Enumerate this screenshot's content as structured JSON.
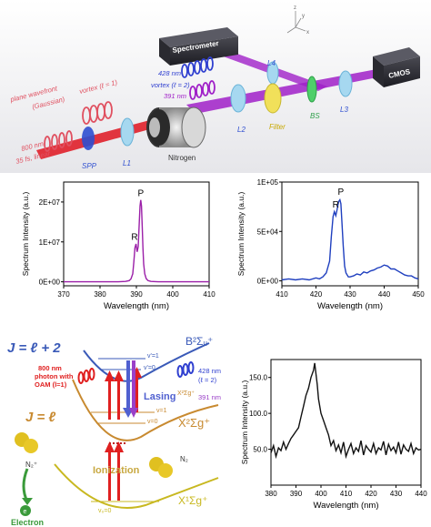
{
  "setup": {
    "axes": {
      "z": "z",
      "y": "y",
      "x": "x"
    },
    "spectrometer": "Spectrometer",
    "cmos": "CMOS",
    "plane_wavefront_1": "plane wavefront",
    "plane_wavefront_2": "(Gaussian)",
    "vortex_l1": "vortex (ℓ = 1)",
    "nm428": "428 nm",
    "vortex_l2": "vortex (ℓ = 2)",
    "nm391": "391 nm",
    "laser_1": "800 nm,",
    "laser_2": "35 fs, linear",
    "spp": "SPP",
    "l1": "L1",
    "nitrogen": "Nitrogen",
    "l2": "L2",
    "l4": "L4",
    "filter": "Filter",
    "bs": "BS",
    "l3": "L3"
  },
  "chart_data": [
    {
      "type": "line",
      "xlabel": "Wavelength (nm)",
      "ylabel": "Spectrum Intensity (a.u.)",
      "xlim": [
        370,
        410
      ],
      "ylim": [
        -1000000,
        25000000
      ],
      "xticks": [
        "370",
        "380",
        "390",
        "400",
        "410"
      ],
      "yticks": [
        "0E+00",
        "1E+07",
        "2E+07"
      ],
      "ytick_values": [
        0,
        10000000,
        20000000
      ],
      "color": "#9b1fa8",
      "annotations": [
        {
          "text": "R",
          "x": 389.5,
          "y": 10500000
        },
        {
          "text": "P",
          "x": 391.2,
          "y": 21500000
        }
      ],
      "x": [
        370,
        375,
        380,
        385,
        387,
        388,
        388.5,
        389,
        389.3,
        389.6,
        389.9,
        390.2,
        390.5,
        390.8,
        391.0,
        391.2,
        391.4,
        391.6,
        391.8,
        392.0,
        392.3,
        392.7,
        393.2,
        394,
        396,
        400,
        405,
        410
      ],
      "y": [
        0,
        0,
        0,
        0,
        100000,
        300000,
        700000,
        2000000,
        5000000,
        8500000,
        9500000,
        7500000,
        8800000,
        15000000,
        19000000,
        20500000,
        19000000,
        14000000,
        8500000,
        4500000,
        2000000,
        800000,
        300000,
        100000,
        0,
        0,
        0,
        0
      ]
    },
    {
      "type": "line",
      "xlabel": "Wavelength (nm)",
      "ylabel": "Spectrum Intensity (a.u.)",
      "xlim": [
        410,
        450
      ],
      "ylim": [
        -5000,
        100000
      ],
      "xticks": [
        "410",
        "420",
        "430",
        "440",
        "450"
      ],
      "yticks": [
        "0E+00",
        "5E+04",
        "1E+05"
      ],
      "ytick_values": [
        0,
        50000,
        100000
      ],
      "color": "#1f3fbf",
      "annotations": [
        {
          "text": "R",
          "x": 425.8,
          "y": 74000
        },
        {
          "text": "P",
          "x": 427.3,
          "y": 87000
        }
      ],
      "x": [
        410,
        412,
        414,
        416,
        418,
        420,
        421,
        422,
        423,
        424,
        424.5,
        425,
        425.4,
        425.8,
        426.2,
        426.6,
        427.0,
        427.3,
        427.6,
        428.0,
        428.4,
        428.8,
        429.5,
        430,
        431,
        432,
        433,
        434,
        435,
        436,
        437,
        438,
        439,
        440,
        441,
        442,
        443,
        444,
        445,
        446,
        447,
        448,
        449,
        450
      ],
      "y": [
        1000,
        2000,
        1000,
        2000,
        1000,
        3000,
        2000,
        4000,
        8000,
        20000,
        45000,
        65000,
        70000,
        66000,
        72000,
        80000,
        82000,
        78000,
        60000,
        35000,
        15000,
        8000,
        4000,
        4000,
        5000,
        7000,
        6000,
        9000,
        8000,
        10000,
        11000,
        13000,
        14000,
        16000,
        15000,
        12000,
        12000,
        10000,
        8000,
        6000,
        5000,
        5000,
        3000,
        2000
      ]
    },
    {
      "type": "line",
      "xlabel": "Wavelength (nm)",
      "ylabel": "Spectrum Intensity (a.u.)",
      "xlim": [
        380,
        440
      ],
      "ylim": [
        0,
        175
      ],
      "xticks": [
        "380",
        "390",
        "400",
        "410",
        "420",
        "430",
        "440"
      ],
      "yticks": [
        "50.0",
        "100.0",
        "150.0"
      ],
      "ytick_values": [
        50,
        100,
        150
      ],
      "color": "#111111",
      "x": [
        380,
        381,
        382,
        383,
        384,
        385,
        386,
        387,
        388,
        389,
        390,
        391,
        392,
        393,
        394,
        395,
        396,
        397,
        397.5,
        398,
        398.5,
        399,
        400,
        401,
        402,
        403,
        404,
        405,
        406,
        407,
        408,
        409,
        410,
        411,
        412,
        413,
        414,
        415,
        416,
        417,
        418,
        419,
        420,
        421,
        422,
        423,
        424,
        425,
        426,
        427,
        428,
        429,
        430,
        431,
        432,
        433,
        434,
        435,
        436,
        437,
        438,
        439,
        440
      ],
      "y": [
        45,
        55,
        40,
        52,
        48,
        60,
        50,
        58,
        65,
        70,
        75,
        80,
        95,
        110,
        125,
        135,
        150,
        160,
        170,
        155,
        140,
        120,
        100,
        90,
        80,
        70,
        55,
        62,
        48,
        56,
        45,
        60,
        40,
        50,
        58,
        44,
        52,
        47,
        62,
        42,
        55,
        50,
        46,
        58,
        44,
        52,
        49,
        61,
        42,
        57,
        48,
        53,
        45,
        60,
        43,
        56,
        50,
        47,
        58,
        44,
        52,
        49,
        50
      ]
    }
  ],
  "diagram": {
    "j_top": "J = ℓ + 2",
    "j_mid": "J = ℓ",
    "photon_1": "800 nm",
    "photon_2": "photon with",
    "photon_3": "OAM (l=1)",
    "lasing": "Lasing",
    "nm428": "428 nm",
    "l2": "(ℓ = 2)",
    "nm391": "391 nm",
    "b_state": "B²Σᵤ⁺",
    "x_state": "X²Σg⁺",
    "x_small": "X²Σg⁺",
    "x1_state": "X¹Σg⁺",
    "v1_top": "v'=1",
    "v0_top": "v'=0",
    "v1": "v=1",
    "v0": "v=0",
    "v0_bottom": "v₀=0",
    "n2plus": "N₂⁺",
    "n2": "N₂",
    "ionization": "Ionization",
    "electron": "Electron",
    "e": "e"
  }
}
